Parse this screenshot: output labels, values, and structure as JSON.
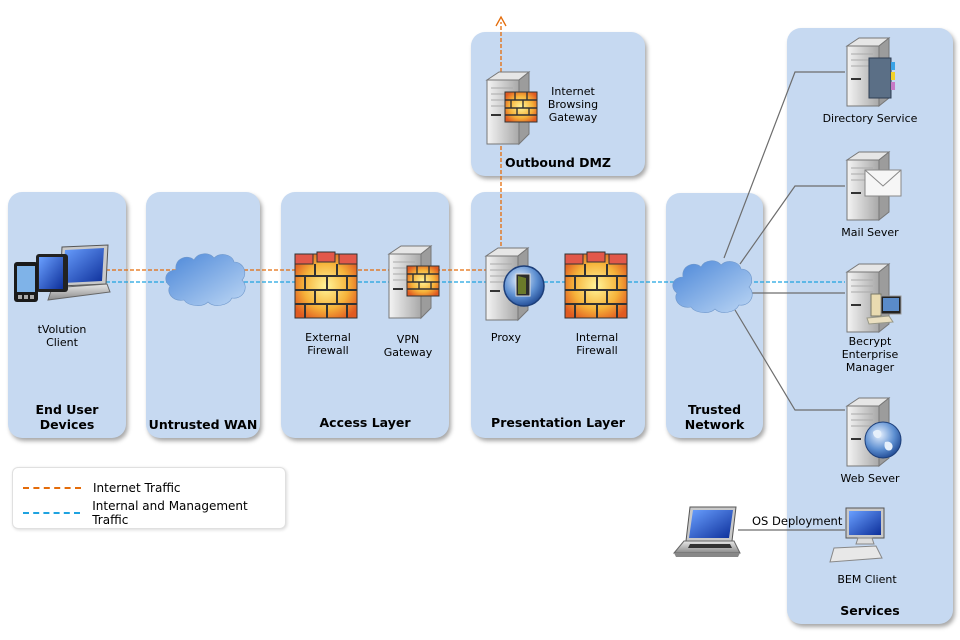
{
  "colors": {
    "zone_fill": "#c6d9f1",
    "internet_traffic": "#e46c0a",
    "internal_traffic": "#1fa3e0",
    "service_links": "#6d6d6d"
  },
  "zones": {
    "end_user": {
      "title": "End User Devices"
    },
    "untrusted_wan": {
      "title": "Untrusted WAN"
    },
    "access_layer": {
      "title": "Access  Layer"
    },
    "outbound_dmz": {
      "title": "Outbound DMZ"
    },
    "presentation_layer": {
      "title": "Presentation Layer"
    },
    "trusted_network": {
      "title_line1": "Trusted",
      "title_line2": "Network"
    },
    "services": {
      "title": "Services"
    }
  },
  "nodes": {
    "tvolution_client": {
      "line1": "tVolution",
      "line2": "Client",
      "icon": "devices-icon"
    },
    "untrusted_cloud": {
      "icon": "cloud-icon"
    },
    "external_firewall": {
      "line1": "External",
      "line2": "Firewall",
      "icon": "firewall-icon"
    },
    "vpn_gateway": {
      "line1": "VPN",
      "line2": "Gateway",
      "icon": "server-firewall-icon"
    },
    "internet_browsing_gateway": {
      "line1": "Internet",
      "line2": "Browsing",
      "line3": "Gateway",
      "icon": "server-firewall-icon"
    },
    "proxy": {
      "line1": "Proxy",
      "icon": "proxy-server-icon"
    },
    "internal_firewall": {
      "line1": "Internal",
      "line2": "Firewall",
      "icon": "firewall-icon"
    },
    "trusted_cloud": {
      "icon": "cloud-icon"
    },
    "directory_service": {
      "line1": "Directory Service",
      "icon": "directory-server-icon"
    },
    "mail_server": {
      "line1": "Mail Sever",
      "icon": "mail-server-icon"
    },
    "becrypt_enterprise_manager": {
      "line1": "Becrypt",
      "line2": "Enterprise",
      "line3": "Manager",
      "icon": "management-server-icon"
    },
    "web_server": {
      "line1": "Web Sever",
      "icon": "web-server-icon"
    },
    "bem_client": {
      "line1": "BEM Client",
      "icon": "desktop-icon"
    },
    "deployment_laptop": {
      "icon": "laptop-icon"
    }
  },
  "connections": {
    "os_deployment_label": "OS Deployment"
  },
  "legend": {
    "items": [
      {
        "label": "Internet Traffic",
        "style": "internet"
      },
      {
        "label": "Internal and Management Traffic",
        "style": "internal"
      }
    ]
  }
}
